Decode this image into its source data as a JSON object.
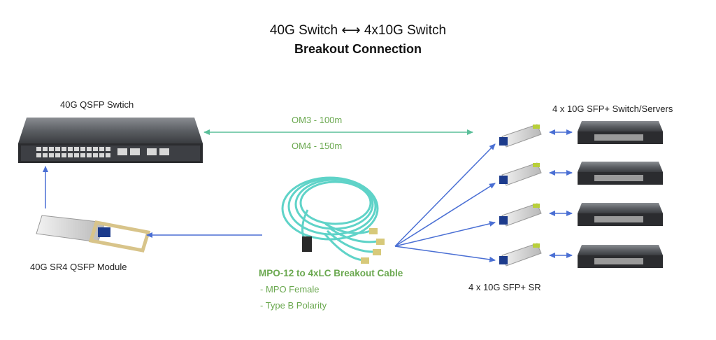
{
  "title": {
    "line1": "40G Switch ⟷ 4x10G Switch",
    "line2": "Breakout Connection"
  },
  "labels": {
    "left_switch": "40G QSFP Swtich",
    "right_switches": "4 x 10G SFP+ Switch/Servers",
    "qsfp_module": "40G SR4 QSFP Module",
    "sfp_modules": "4 x 10G SFP+ SR",
    "om3": "OM3 - 100m",
    "om4": "OM4 - 150m"
  },
  "cable": {
    "name": "MPO-12 to 4xLC Breakout Cable",
    "details": [
      "- MPO Female",
      "- Type B Polarity"
    ]
  },
  "colors": {
    "link_green": "#5bbf9a",
    "arrow_blue": "#4a6fd4",
    "fiber_aqua": "#5fd3c8",
    "label_green": "#6aa84f"
  },
  "icons": {
    "left_switch": "network-switch-icon",
    "right_switches": "network-switch-icon",
    "qsfp": "qsfp-transceiver-icon",
    "sfp": "sfp-transceiver-icon",
    "cable": "fiber-breakout-cable-icon"
  }
}
